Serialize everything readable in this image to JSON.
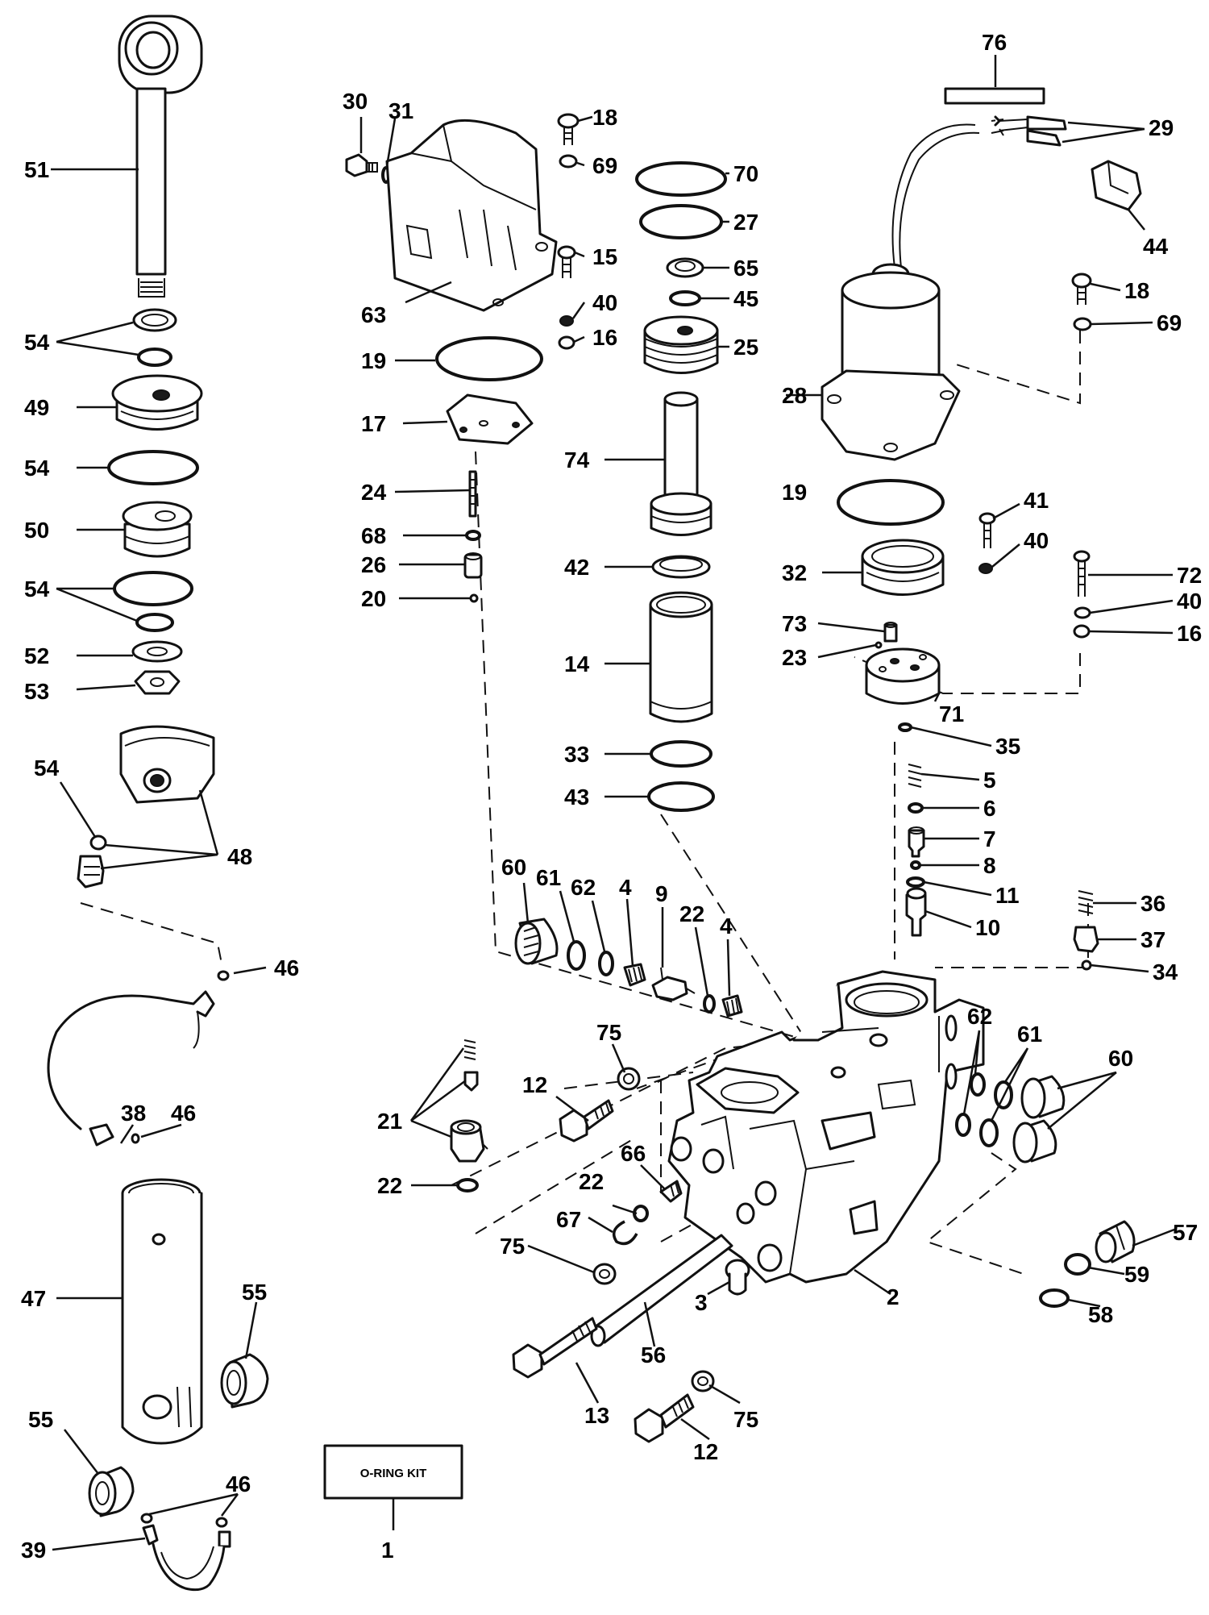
{
  "kit": {
    "label": "O-RING KIT",
    "number": "1"
  },
  "callouts": {
    "c1": "1",
    "c2": "2",
    "c3": "3",
    "c4a": "4",
    "c4b": "4",
    "c5": "5",
    "c6": "6",
    "c7": "7",
    "c8": "8",
    "c9": "9",
    "c10": "10",
    "c11": "11",
    "c12a": "12",
    "c12b": "12",
    "c13": "13",
    "c14": "14",
    "c15": "15",
    "c16a": "16",
    "c16b": "16",
    "c17": "17",
    "c18a": "18",
    "c18b": "18",
    "c19a": "19",
    "c19b": "19",
    "c20": "20",
    "c21": "21",
    "c22a": "22",
    "c22b": "22",
    "c22c": "22",
    "c23": "23",
    "c24": "24",
    "c25": "25",
    "c26": "26",
    "c27": "27",
    "c28": "28",
    "c29": "29",
    "c30": "30",
    "c31": "31",
    "c32": "32",
    "c33": "33",
    "c34": "34",
    "c35": "35",
    "c36": "36",
    "c37": "37",
    "c38": "38",
    "c39": "39",
    "c40a": "40",
    "c40b": "40",
    "c40c": "40",
    "c41": "41",
    "c42": "42",
    "c43": "43",
    "c44": "44",
    "c45": "45",
    "c46a": "46",
    "c46b": "46",
    "c46c": "46",
    "c47": "47",
    "c48": "48",
    "c49": "49",
    "c50": "50",
    "c51": "51",
    "c52": "52",
    "c53": "53",
    "c54a": "54",
    "c54b": "54",
    "c54c": "54",
    "c54d": "54",
    "c55a": "55",
    "c55b": "55",
    "c56": "56",
    "c57": "57",
    "c58": "58",
    "c59": "59",
    "c60a": "60",
    "c60b": "60",
    "c61a": "61",
    "c61b": "61",
    "c62a": "62",
    "c62b": "62",
    "c63": "63",
    "c65": "65",
    "c66": "66",
    "c67": "67",
    "c68": "68",
    "c69a": "69",
    "c69b": "69",
    "c70": "70",
    "c71": "71",
    "c72": "72",
    "c73": "73",
    "c74": "74",
    "c75a": "75",
    "c75b": "75",
    "c75c": "75",
    "c76": "76"
  }
}
